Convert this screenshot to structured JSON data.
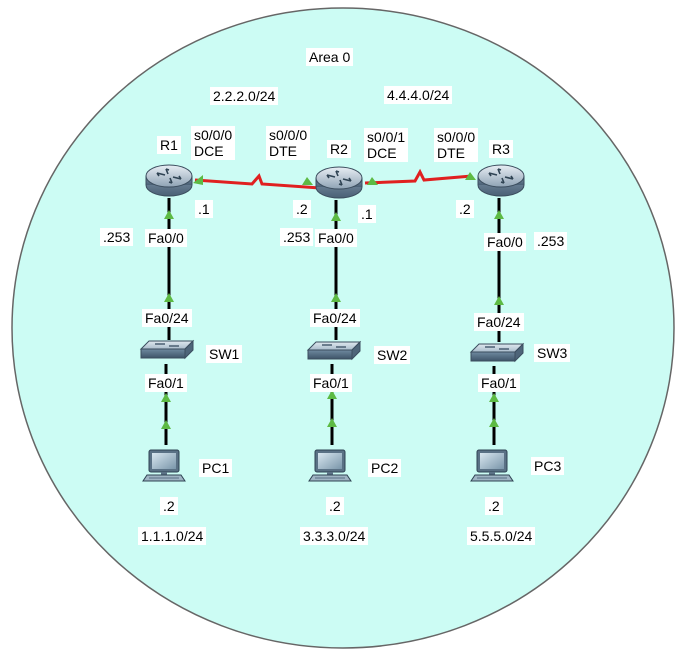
{
  "colors": {
    "area_fill": "#ccfcf4",
    "area_stroke": "#666666",
    "serial_link": "#e02020",
    "ethernet_link": "#000000",
    "port_arrow": "#5dba44"
  },
  "area": {
    "label": "Area 0"
  },
  "networks": {
    "r1_r2": "2.2.2.0/24",
    "r2_r3": "4.4.4.0/24",
    "lan1": "1.1.1.0/24",
    "lan2": "3.3.3.0/24",
    "lan3": "5.5.5.0/24"
  },
  "routers": [
    {
      "name": "R1",
      "icon": "router-icon",
      "lan_port": "Fa0/0",
      "lan_ip": ".253",
      "serial_port": "s0/0/0",
      "serial_role": "DCE",
      "serial_ip": ".1"
    },
    {
      "name": "R2",
      "icon": "router-icon",
      "lan_port": "Fa0/0",
      "lan_ip": ".253",
      "left_port": "s0/0/0",
      "left_role": "DTE",
      "left_ip": ".2",
      "right_port": "s0/0/1",
      "right_role": "DCE",
      "right_ip": ".1"
    },
    {
      "name": "R3",
      "icon": "router-icon",
      "lan_port": "Fa0/0",
      "lan_ip": ".253",
      "serial_port": "s0/0/0",
      "serial_role": "DTE",
      "serial_ip": ".2"
    }
  ],
  "switches": [
    {
      "name": "SW1",
      "icon": "switch-icon",
      "up_port": "Fa0/24",
      "down_port": "Fa0/1"
    },
    {
      "name": "SW2",
      "icon": "switch-icon",
      "up_port": "Fa0/24",
      "down_port": "Fa0/1"
    },
    {
      "name": "SW3",
      "icon": "switch-icon",
      "up_port": "Fa0/24",
      "down_port": "Fa0/1"
    }
  ],
  "pcs": [
    {
      "name": "PC1",
      "icon": "pc-icon",
      "ip": ".2"
    },
    {
      "name": "PC2",
      "icon": "pc-icon",
      "ip": ".2"
    },
    {
      "name": "PC3",
      "icon": "pc-icon",
      "ip": ".2"
    }
  ]
}
